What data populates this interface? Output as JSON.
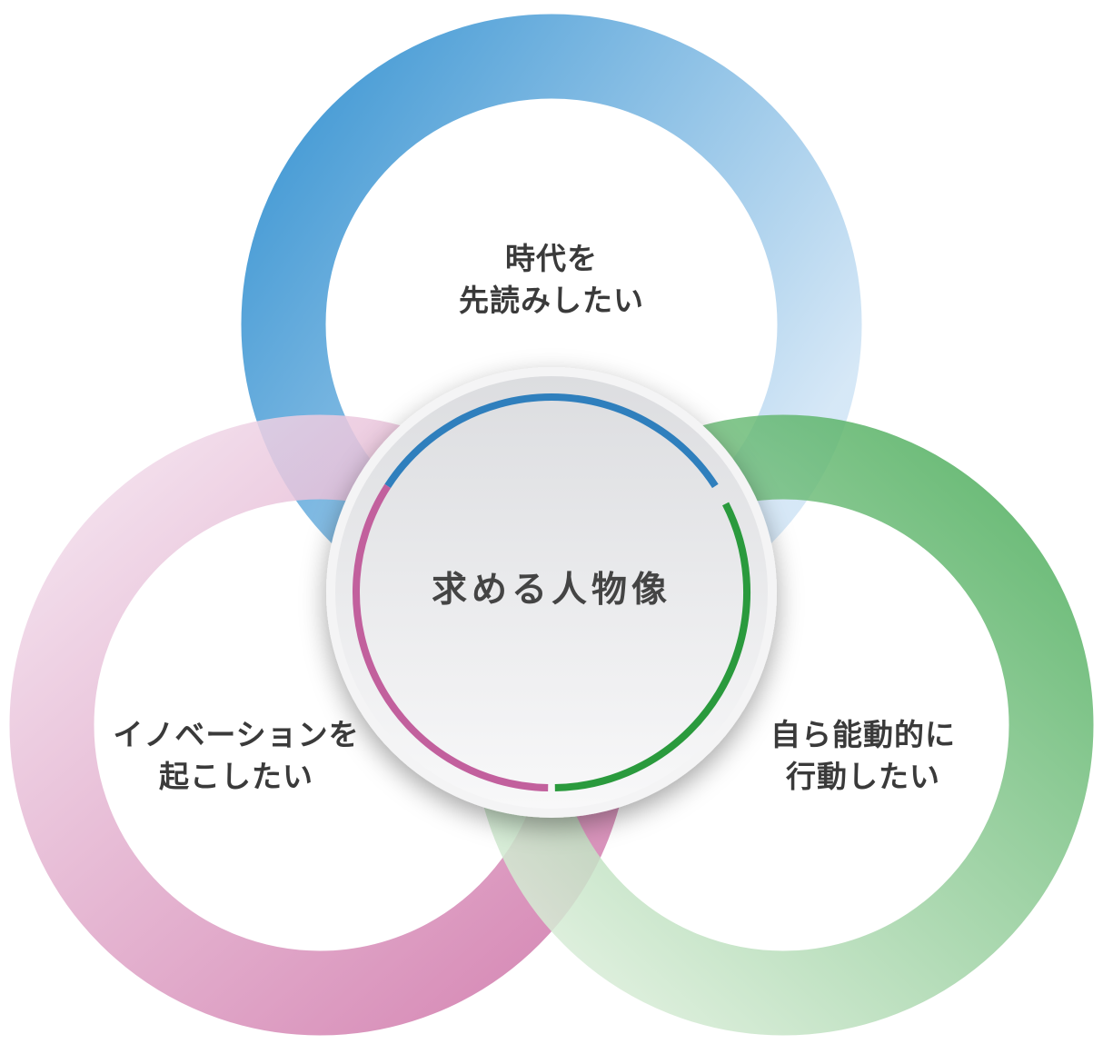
{
  "diagram": {
    "center": {
      "title": "求める人物像"
    },
    "rings": [
      {
        "id": "top",
        "lines": [
          "時代を",
          "先読みしたい"
        ],
        "color_light": "#d3e6f6",
        "color_dark": "#3d96d3"
      },
      {
        "id": "left",
        "lines": [
          "イノベーションを",
          "起こしたい"
        ],
        "color_light": "#f1dbea",
        "color_dark": "#cf74a8"
      },
      {
        "id": "right",
        "lines": [
          "自ら能動的に",
          "行動したい"
        ],
        "color_light": "#d7ecd6",
        "color_dark": "#44a954"
      }
    ],
    "arc_colors": {
      "top": "#2f7fbd",
      "right": "#2a9a3d",
      "left": "#c2609d"
    }
  }
}
